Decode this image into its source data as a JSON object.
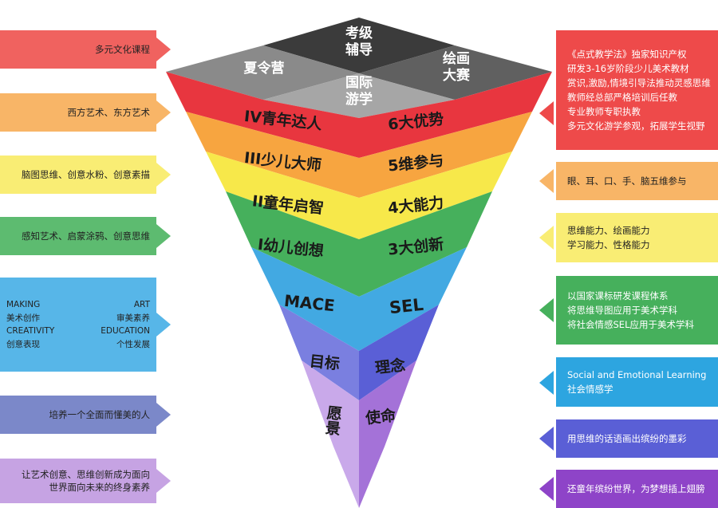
{
  "top": {
    "exam": "考级\n辅导",
    "summer": "夏令营",
    "painting": "绘画\n大赛",
    "intl": "国际\n游学"
  },
  "pyramid": {
    "left": [
      "IV青年达人",
      "III少儿大师",
      "II童年启智",
      "I幼儿创想",
      "MACE",
      "目标",
      "愿景"
    ],
    "right": [
      "6大优势",
      "5维参与",
      "4大能力",
      "3大创新",
      "SEL",
      "理念",
      "使命"
    ]
  },
  "left_boxes": [
    {
      "text": "多元文化课程"
    },
    {
      "text": "西方艺术、东方艺术"
    },
    {
      "text": "脑图思维、创意水粉、创意素描"
    },
    {
      "text": "感知艺术、启蒙涂鸦、创意思维"
    },
    {
      "mace": [
        "MAKING",
        "ART",
        "美术创作",
        "审美素养",
        "CREATIVITY",
        "EDUCATION",
        "创意表现",
        "个性发展"
      ]
    },
    {
      "text": "培养一个全面而懂美的人"
    },
    {
      "lines": [
        "让艺术创意、思维创新成为面向",
        "世界面向未来的终身素养"
      ]
    }
  ],
  "right_boxes": [
    {
      "lines": [
        "《点式教学法》独家知识产权",
        "研发3-16岁阶段少儿美术教材",
        "赏识,激励,情境引导法推动灵感思维",
        "教师经总部严格培训后任教",
        "专业教师专职执教",
        "多元文化游学参观，拓展学生视野"
      ]
    },
    {
      "lines": [
        "眼、耳、口、手、脑五维参与"
      ]
    },
    {
      "lines": [
        "思维能力、绘画能力",
        "学习能力、性格能力"
      ]
    },
    {
      "lines": [
        "以国家课标研发课程体系",
        "将思维导图应用于美术学科",
        "将社会情感SEL应用于美术学科"
      ]
    },
    {
      "lines": [
        "Social and Emotional Learning",
        "社会情感学"
      ]
    },
    {
      "lines": [
        "用思维的话语画出缤纷的墨彩"
      ]
    },
    {
      "lines": [
        "还童年缤纷世界，为梦想插上翅膀"
      ]
    }
  ],
  "colors": {
    "red": "#e8363f",
    "orange": "#f7a540",
    "yellow": "#f7e84a",
    "green": "#46b05c",
    "blue": "#42a9e2",
    "indigo": "#6f72d8",
    "violet": "#b389e0"
  }
}
